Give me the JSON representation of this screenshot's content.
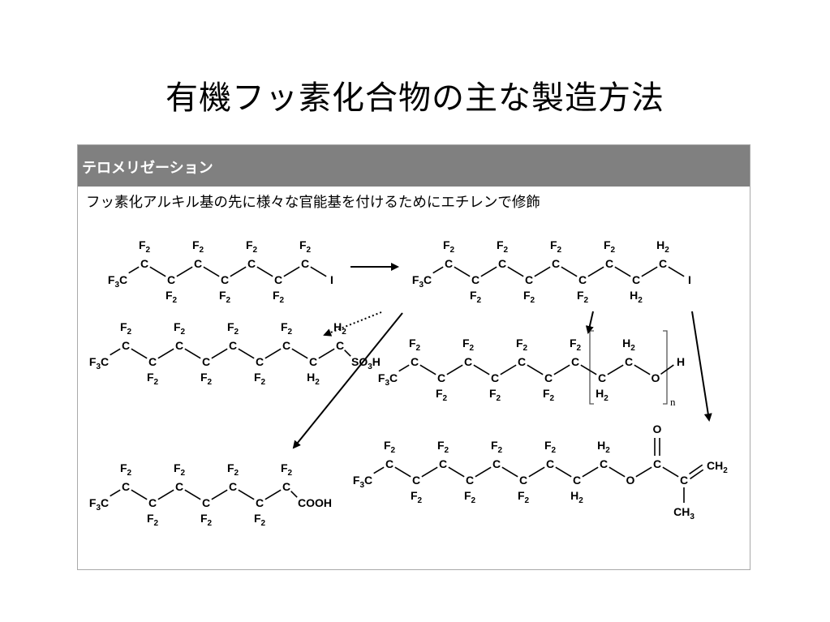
{
  "slide": {
    "title": "有機フッ素化合物の主な製造方法"
  },
  "panel": {
    "header": "テロメリゼーション",
    "description": "フッ素化アルキル基の先に様々な官能基を付けるためにエチレンで修飾"
  },
  "molecules": [
    {
      "id": "perfluorooctyl-iodide",
      "start_group": "F3C",
      "chain": [
        "F2",
        "F2",
        "F2",
        "F2",
        "F2",
        "F2",
        "F2"
      ],
      "end_group": "I"
    },
    {
      "id": "fluorotelomer-iodide",
      "start_group": "F3C",
      "chain": [
        "F2",
        "F2",
        "F2",
        "F2",
        "F2",
        "F2",
        "F2",
        "H2",
        "H2"
      ],
      "end_group": "I"
    },
    {
      "id": "fluorotelomer-sulfonic-acid",
      "start_group": "F3C",
      "chain": [
        "F2",
        "F2",
        "F2",
        "F2",
        "F2",
        "F2",
        "F2",
        "H2",
        "H2"
      ],
      "end_group": "SO3H"
    },
    {
      "id": "fluorotelomer-ethoxylate",
      "start_group": "F3C",
      "chain": [
        "F2",
        "F2",
        "F2",
        "F2",
        "F2",
        "F2",
        "F2",
        "H2",
        "H2"
      ],
      "end_group": "O",
      "terminal": "H",
      "repeat_unit_label": "n"
    },
    {
      "id": "perfluorooctanoic-acid",
      "start_group": "F3C",
      "chain": [
        "F2",
        "F2",
        "F2",
        "F2",
        "F2",
        "F2",
        "F2"
      ],
      "end_group": "COOH"
    },
    {
      "id": "fluorotelomer-methacrylate",
      "start_group": "F3C",
      "chain": [
        "F2",
        "F2",
        "F2",
        "F2",
        "F2",
        "F2",
        "F2",
        "H2",
        "H2"
      ],
      "ester_oxygen": "O",
      "carbonyl_oxygen": "O",
      "vinyl_group": "CH2",
      "methyl_group": "CH3"
    }
  ],
  "arrows": [
    {
      "from": "perfluorooctyl-iodide",
      "to": "fluorotelomer-iodide",
      "style": "solid"
    },
    {
      "from": "fluorotelomer-iodide",
      "to": "fluorotelomer-sulfonic-acid",
      "style": "dotted"
    },
    {
      "from": "fluorotelomer-iodide",
      "to": "perfluorooctanoic-acid",
      "style": "solid"
    },
    {
      "from": "fluorotelomer-iodide",
      "to": "fluorotelomer-ethoxylate",
      "style": "solid"
    },
    {
      "from": "fluorotelomer-iodide",
      "to": "fluorotelomer-methacrylate",
      "style": "solid"
    }
  ]
}
